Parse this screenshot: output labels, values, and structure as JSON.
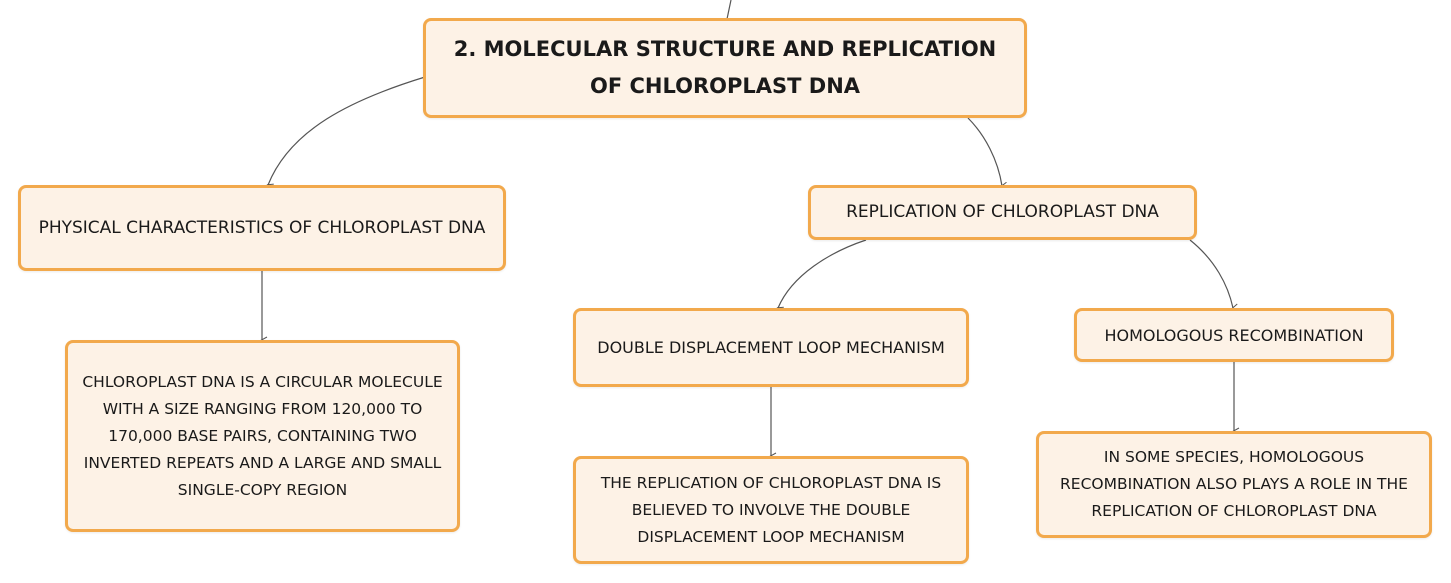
{
  "root": {
    "title": "2. MOLECULAR STRUCTURE AND REPLICATION OF CHLOROPLAST DNA"
  },
  "branches": {
    "physical": {
      "label": "PHYSICAL CHARACTERISTICS OF CHLOROPLAST DNA",
      "detail": "CHLOROPLAST DNA IS A CIRCULAR MOLECULE WITH A SIZE RANGING FROM 120,000 TO 170,000 BASE PAIRS, CONTAINING TWO INVERTED REPEATS AND A LARGE AND SMALL SINGLE-COPY REGION"
    },
    "replication": {
      "label": "REPLICATION OF CHLOROPLAST DNA",
      "children": {
        "dloop": {
          "label": "DOUBLE DISPLACEMENT LOOP MECHANISM",
          "detail": "THE REPLICATION OF CHLOROPLAST DNA IS BELIEVED TO INVOLVE THE DOUBLE DISPLACEMENT LOOP MECHANISM"
        },
        "homologous": {
          "label": "HOMOLOGOUS RECOMBINATION",
          "detail": "IN SOME SPECIES, HOMOLOGOUS RECOMBINATION ALSO PLAYS A ROLE IN THE REPLICATION OF CHLOROPLAST DNA"
        }
      }
    }
  },
  "colors": {
    "node_fill": "#fdf2e6",
    "node_border": "#f2a94c",
    "connector": "#555555"
  }
}
